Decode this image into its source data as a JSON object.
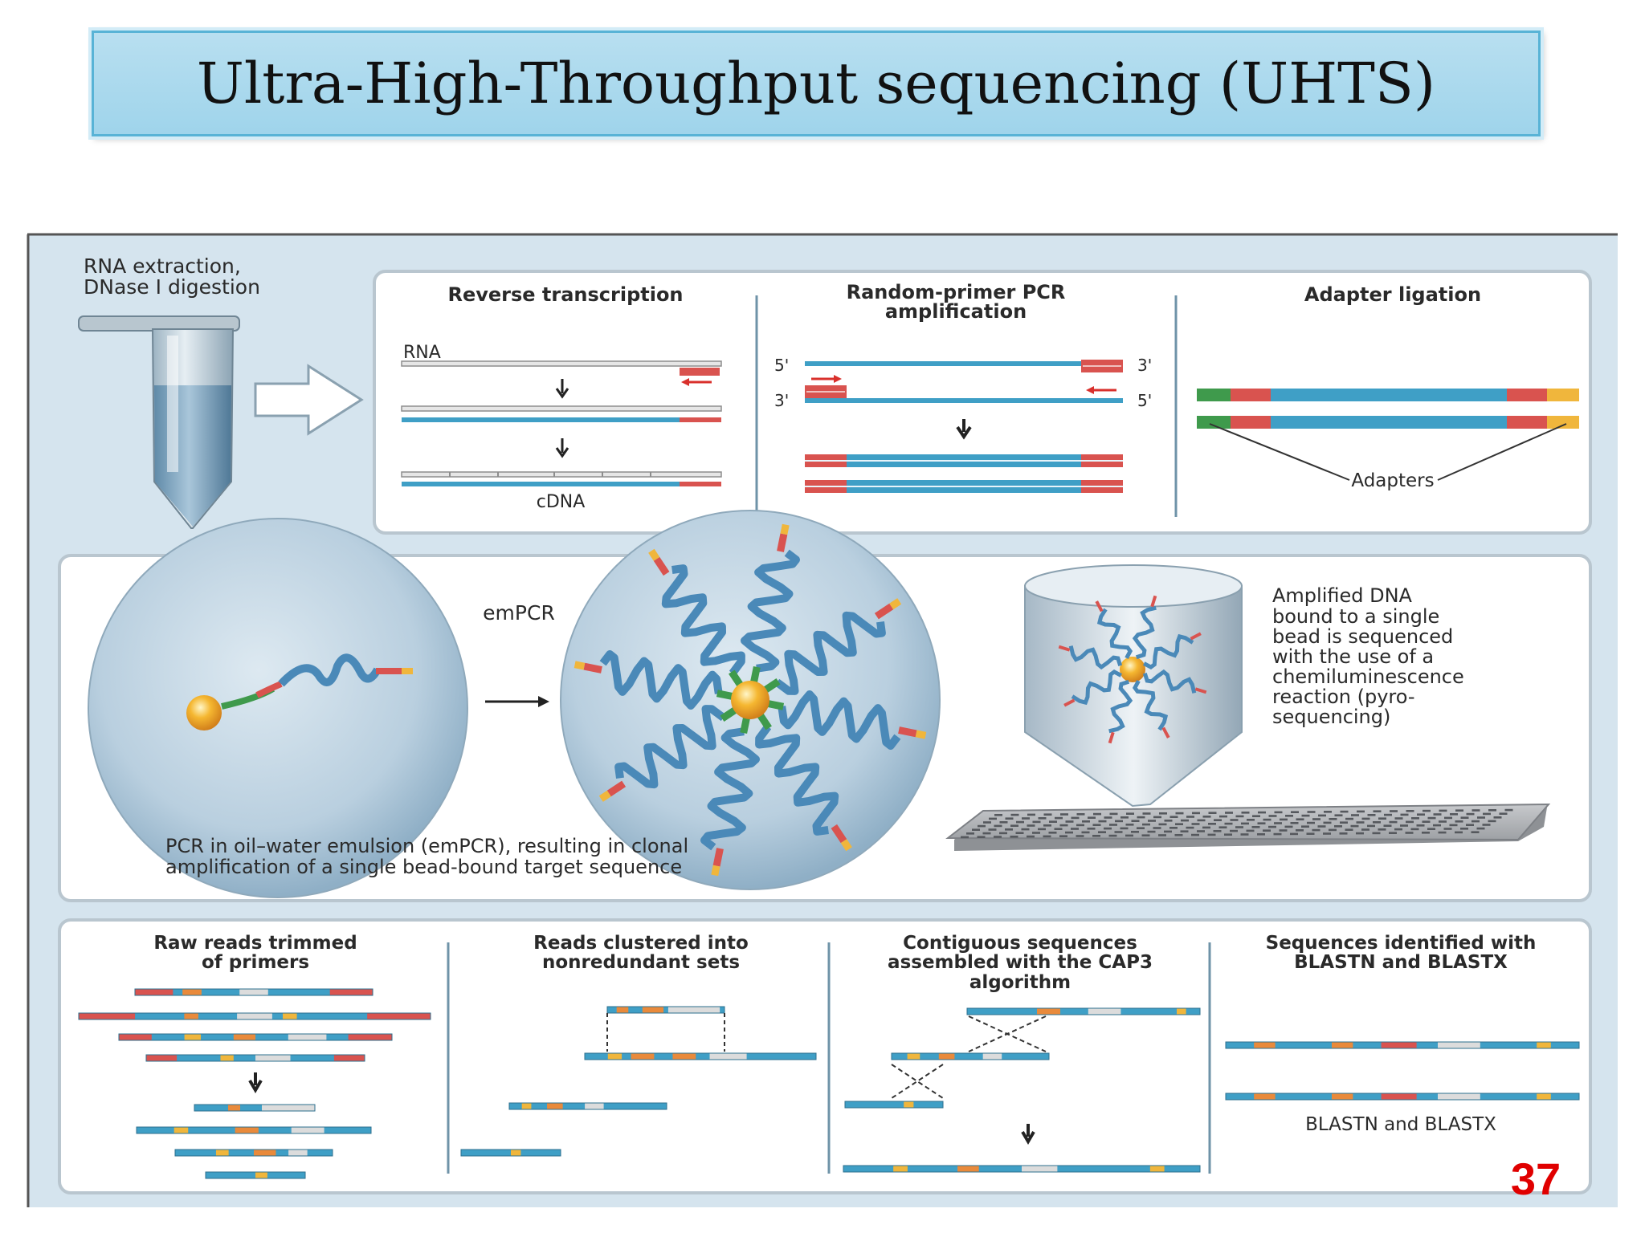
{
  "slide": {
    "title": "Ultra-High-Throughput sequencing (UHTS)",
    "page_number": "37"
  },
  "figure": {
    "rna_extraction_line1": "RNA extraction,",
    "rna_extraction_line2": "DNase I digestion",
    "panel1": {
      "reverse_transcription": "Reverse transcription",
      "rna_label": "RNA",
      "cdna_label": "cDNA",
      "pcr_title_line1": "Random-primer PCR",
      "pcr_title_line2": "amplification",
      "five_prime": "5'",
      "three_prime": "3'",
      "adapter_ligation": "Adapter ligation",
      "adapters_label": "Adapters"
    },
    "panel2": {
      "empcr_label": "emPCR",
      "caption_line1": "PCR in oil–water emulsion (emPCR), resulting in clonal",
      "caption_line2": "amplification of a single bead-bound target sequence",
      "amplified_lines": [
        "Amplified DNA",
        "bound to a single",
        "bead is sequenced",
        "with the use of a",
        "chemiluminescence",
        "reaction (pyro-",
        "sequencing)"
      ]
    },
    "panel3": {
      "raw_reads_line1": "Raw reads trimmed",
      "raw_reads_line2": "of primers",
      "clustered_line1": "Reads clustered into",
      "clustered_line2": "nonredundant sets",
      "contig_line1": "Contiguous sequences",
      "contig_line2": "assembled with the CAP3",
      "contig_line3": "algorithm",
      "identified_line1": "Sequences identified with",
      "identified_line2": "BLASTN and BLASTX",
      "blast_label": "BLASTN and BLASTX"
    }
  }
}
